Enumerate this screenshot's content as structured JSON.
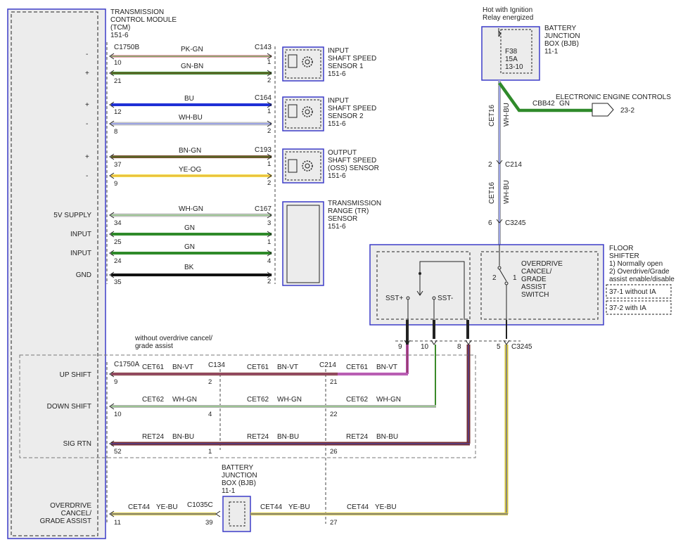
{
  "tcm": {
    "title": [
      "TRANSMISSION",
      "CONTROL MODULE",
      "(TCM)"
    ],
    "ref": "151-6",
    "connector1": "C1750B",
    "connector2": "C1750A"
  },
  "sensors": {
    "iss1": {
      "lines": [
        "INPUT",
        "SHAFT SPEED",
        "SENSOR 1"
      ],
      "ref": "151-6",
      "connector": "C143"
    },
    "iss2": {
      "lines": [
        "INPUT",
        "SHAFT SPEED",
        "SENSOR 2"
      ],
      "ref": "151-6",
      "connector": "C164"
    },
    "oss": {
      "lines": [
        "OUTPUT",
        "SHAFT SPEED",
        "(OSS) SENSOR"
      ],
      "ref": "151-6",
      "connector": "C193"
    },
    "tr": {
      "lines": [
        "TRANSMISSION",
        "RANGE (TR)",
        "SENSOR"
      ],
      "ref": "151-6",
      "connector": "C167"
    }
  },
  "wires_top": [
    {
      "sign": "-",
      "tcm_pin": "10",
      "color": "PK-GN",
      "sensor_pin": "1"
    },
    {
      "sign": "+",
      "tcm_pin": "21",
      "color": "GN-BN",
      "sensor_pin": "2"
    },
    {
      "sign": "+",
      "tcm_pin": "12",
      "color": "BU",
      "sensor_pin": "1"
    },
    {
      "sign": "-",
      "tcm_pin": "8",
      "color": "WH-BU",
      "sensor_pin": "2"
    },
    {
      "sign": "+",
      "tcm_pin": "37",
      "color": "BN-GN",
      "sensor_pin": "1"
    },
    {
      "sign": "-",
      "tcm_pin": "9",
      "color": "YE-OG",
      "sensor_pin": "2"
    },
    {
      "label": "5V SUPPLY",
      "tcm_pin": "34",
      "color": "WH-GN",
      "sensor_pin": "3"
    },
    {
      "label": "INPUT",
      "tcm_pin": "25",
      "color": "GN",
      "sensor_pin": "1"
    },
    {
      "label": "INPUT",
      "tcm_pin": "24",
      "color": "GN",
      "sensor_pin": "4"
    },
    {
      "label": "GND",
      "tcm_pin": "35",
      "color": "BK",
      "sensor_pin": "2"
    }
  ],
  "bjb_top": {
    "hot_note": [
      "Hot with Ignition",
      "Relay energized"
    ],
    "title": [
      "BATTERY",
      "JUNCTION",
      "BOX (BJB)"
    ],
    "ref": "11-1",
    "fuse": [
      "F38",
      "15A",
      "13-10"
    ]
  },
  "eec": {
    "label": "ELECTRONIC ENGINE CONTROLS",
    "circuit": "CBB42",
    "color": "GN",
    "ref": "23-2"
  },
  "vertical_wire": {
    "circuit": "CET16",
    "color": "WH-BU",
    "c214_pin": "2",
    "c214": "C214",
    "c3245_pin": "6",
    "c3245": "C3245"
  },
  "floor_shifter": {
    "title": "FLOOR",
    "title2": "SHIFTER",
    "note1": "1) Normally open",
    "note2": "2) Overdrive/Grade",
    "note3": "assist enable/disable",
    "switch_lines": [
      "OVERDRIVE",
      "CANCEL/",
      "GRADE",
      "ASSIST",
      "SWITCH"
    ],
    "sst_plus": "SST+",
    "sst_minus": "SST-",
    "pin2": "2",
    "pin1": "1",
    "opt1": "37-1  without IA",
    "opt2": "37-2  with IA"
  },
  "c3245_bottom": {
    "pins": [
      "9",
      "10",
      "8",
      "5"
    ],
    "label": "C3245"
  },
  "without_note": [
    "without overdrive cancel/",
    "grade assist"
  ],
  "lower_wires": [
    {
      "label": "UP SHIFT",
      "tcm_pin": "9",
      "circuit": "CET61",
      "color": "BN-VT",
      "c134_pin": "2",
      "c214_pin": "21"
    },
    {
      "label": "DOWN SHIFT",
      "tcm_pin": "10",
      "circuit": "CET62",
      "color": "WH-GN",
      "c134_pin": "4",
      "c214_pin": "22"
    },
    {
      "label": "SIG RTN",
      "tcm_pin": "52",
      "circuit": "RET24",
      "color": "BN-BU",
      "c134_pin": "1",
      "c214_pin": "26"
    }
  ],
  "lower_connectors": {
    "c134": "C134",
    "c214": "C214"
  },
  "bjb_bottom": {
    "title": [
      "BATTERY",
      "JUNCTION",
      "BOX (BJB)"
    ],
    "ref": "11-1",
    "connector": "C1035C",
    "pin": "39"
  },
  "od_wire": {
    "label": [
      "OVERDRIVE",
      "CANCEL/",
      "GRADE ASSIST"
    ],
    "tcm_pin": "11",
    "circuit": "CET44",
    "color": "YE-BU",
    "c214_pin": "27"
  },
  "colors": {
    "pk_gn_a": "#e9a6b6",
    "pk_gn_b": "#5f9e46",
    "gn_bn_a": "#3b8a2a",
    "gn_bn_b": "#7a4a2c",
    "bu": "#1f30d6",
    "wh_bu_a": "#ffffff",
    "wh_bu_b": "#3a48c9",
    "bn_gn_a": "#7a4a2c",
    "bn_gn_b": "#3b8a2a",
    "ye_og_a": "#f0e24e",
    "ye_og_b": "#e8973a",
    "wh_gn_a": "#ffffff",
    "wh_gn_b": "#3b8a2a",
    "gn": "#2f8a2a",
    "bk": "#111111",
    "bn_vt_a": "#7a2f2f",
    "bn_vt_b": "#b54fb0",
    "bn_bu_a": "#7a2f2f",
    "bn_bu_b": "#3a48c9",
    "ye_bu_a": "#d9c83a",
    "ye_bu_b": "#3a48c9",
    "box_blue": "#3c3cc8"
  }
}
